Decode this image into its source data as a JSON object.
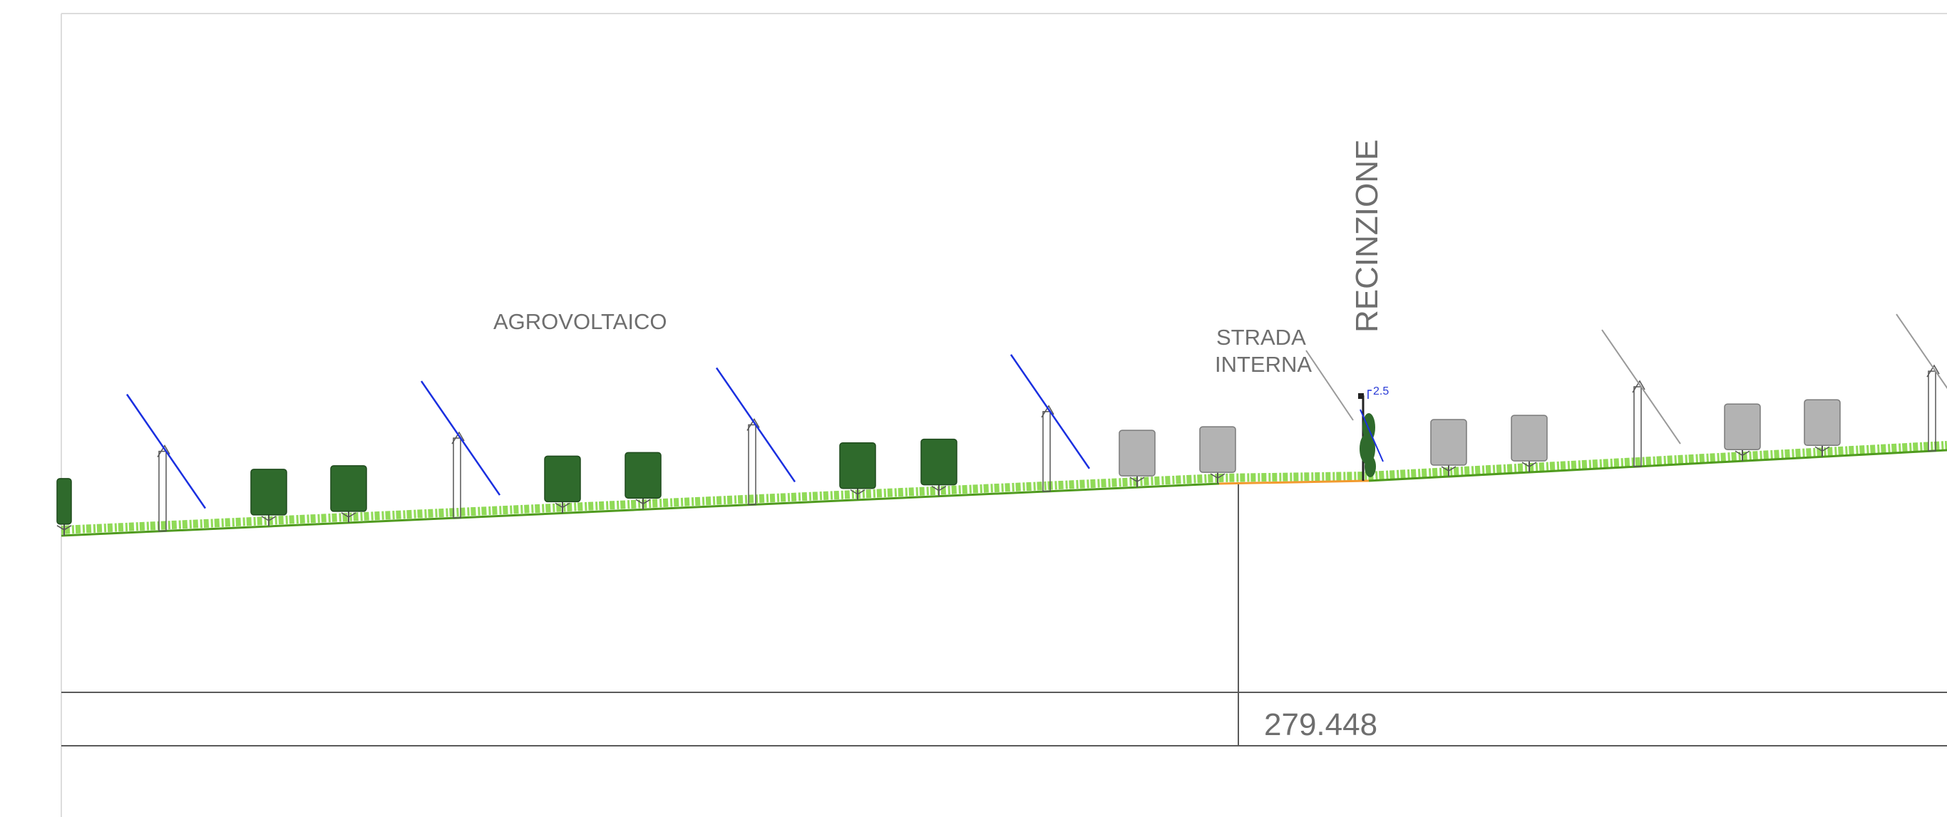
{
  "labels": {
    "agrovoltaico": "AGROVOLTAICO",
    "strada_line1": "STRADA",
    "strada_line2": "INTERNA",
    "recinzione": "RECINZIONE",
    "fence_height": "2.5"
  },
  "table": {
    "chainage_value": "279.448"
  },
  "colors": {
    "panel": "#1a2fe0",
    "panel_outline": "#999999",
    "ground": "#4f9a1e",
    "grass": "#7dd43a",
    "road": "#f29a2e",
    "tree_green": "#2f6a2c",
    "tree_grey": "#b3b3b3",
    "frame": "#dcdcdc",
    "line": "#5a5a5a"
  },
  "legend_icons": {
    "panel": "solar-panel-icon",
    "tree": "tree-icon",
    "fence": "fence-icon"
  }
}
